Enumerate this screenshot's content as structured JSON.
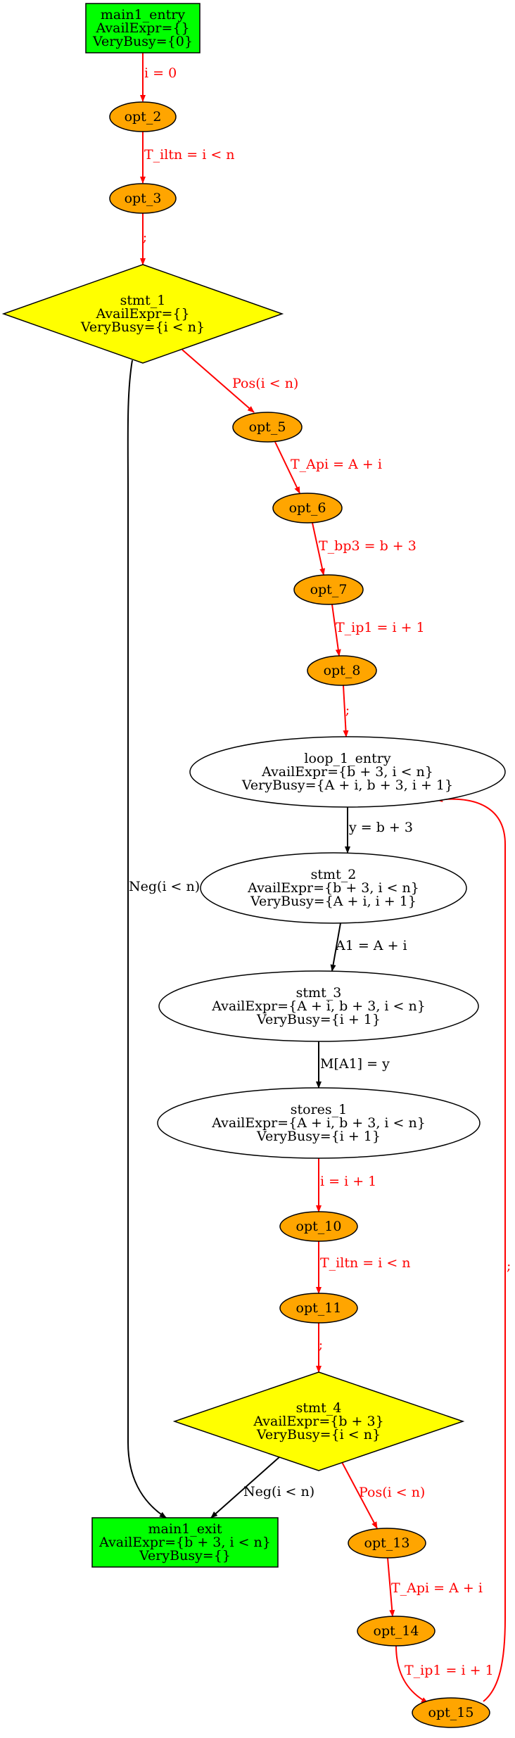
{
  "colors": {
    "entry_exit_fill": "#00ff00",
    "opt_fill": "#ffa500",
    "stmt_fill": "#ffff00",
    "plain_fill": "#ffffff",
    "edge_red": "#ff0000",
    "edge_black": "#000000"
  },
  "nodes": [
    {
      "id": "main1_entry",
      "shape": "box",
      "fill": "green",
      "lines": [
        "main1_entry",
        "AvailExpr={}",
        "VeryBusy={0}"
      ]
    },
    {
      "id": "opt_2",
      "shape": "ellipse",
      "fill": "orange",
      "lines": [
        "opt_2"
      ]
    },
    {
      "id": "opt_3",
      "shape": "ellipse",
      "fill": "orange",
      "lines": [
        "opt_3"
      ]
    },
    {
      "id": "stmt_1",
      "shape": "diamond",
      "fill": "yellow",
      "lines": [
        "stmt_1",
        "AvailExpr={}",
        "VeryBusy={i < n}"
      ]
    },
    {
      "id": "opt_5",
      "shape": "ellipse",
      "fill": "orange",
      "lines": [
        "opt_5"
      ]
    },
    {
      "id": "opt_6",
      "shape": "ellipse",
      "fill": "orange",
      "lines": [
        "opt_6"
      ]
    },
    {
      "id": "opt_7",
      "shape": "ellipse",
      "fill": "orange",
      "lines": [
        "opt_7"
      ]
    },
    {
      "id": "opt_8",
      "shape": "ellipse",
      "fill": "orange",
      "lines": [
        "opt_8"
      ]
    },
    {
      "id": "loop_1_entry",
      "shape": "ellipse",
      "fill": "white",
      "lines": [
        "loop_1_entry",
        "AvailExpr={b + 3, i < n}",
        "VeryBusy={A + i, b + 3, i + 1}"
      ]
    },
    {
      "id": "stmt_2",
      "shape": "ellipse",
      "fill": "white",
      "lines": [
        "stmt_2",
        "AvailExpr={b + 3, i < n}",
        "VeryBusy={A + i, i + 1}"
      ]
    },
    {
      "id": "stmt_3",
      "shape": "ellipse",
      "fill": "white",
      "lines": [
        "stmt_3",
        "AvailExpr={A + i, b + 3, i < n}",
        "VeryBusy={i + 1}"
      ]
    },
    {
      "id": "stores_1",
      "shape": "ellipse",
      "fill": "white",
      "lines": [
        "stores_1",
        "AvailExpr={A + i, b + 3, i < n}",
        "VeryBusy={i + 1}"
      ]
    },
    {
      "id": "opt_10",
      "shape": "ellipse",
      "fill": "orange",
      "lines": [
        "opt_10"
      ]
    },
    {
      "id": "opt_11",
      "shape": "ellipse",
      "fill": "orange",
      "lines": [
        "opt_11"
      ]
    },
    {
      "id": "stmt_4",
      "shape": "diamond",
      "fill": "yellow",
      "lines": [
        "stmt_4",
        "AvailExpr={b + 3}",
        "VeryBusy={i < n}"
      ]
    },
    {
      "id": "main1_exit",
      "shape": "box",
      "fill": "green",
      "lines": [
        "main1_exit",
        "AvailExpr={b + 3, i < n}",
        "VeryBusy={}"
      ]
    },
    {
      "id": "opt_13",
      "shape": "ellipse",
      "fill": "orange",
      "lines": [
        "opt_13"
      ]
    },
    {
      "id": "opt_14",
      "shape": "ellipse",
      "fill": "orange",
      "lines": [
        "opt_14"
      ]
    },
    {
      "id": "opt_15",
      "shape": "ellipse",
      "fill": "orange",
      "lines": [
        "opt_15"
      ]
    }
  ],
  "edges": [
    {
      "from": "main1_entry",
      "to": "opt_2",
      "label": "i = 0",
      "color": "red"
    },
    {
      "from": "opt_2",
      "to": "opt_3",
      "label": "T_iltn = i < n",
      "color": "red"
    },
    {
      "from": "opt_3",
      "to": "stmt_1",
      "label": ";",
      "color": "red"
    },
    {
      "from": "stmt_1",
      "to": "opt_5",
      "label": "Pos(i < n)",
      "color": "red"
    },
    {
      "from": "stmt_1",
      "to": "main1_exit",
      "label": "Neg(i < n)",
      "color": "black"
    },
    {
      "from": "opt_5",
      "to": "opt_6",
      "label": "T_Api = A + i",
      "color": "red"
    },
    {
      "from": "opt_6",
      "to": "opt_7",
      "label": "T_bp3 = b + 3",
      "color": "red"
    },
    {
      "from": "opt_7",
      "to": "opt_8",
      "label": "T_ip1 = i + 1",
      "color": "red"
    },
    {
      "from": "opt_8",
      "to": "loop_1_entry",
      "label": ";",
      "color": "red"
    },
    {
      "from": "loop_1_entry",
      "to": "stmt_2",
      "label": "y = b + 3",
      "color": "black"
    },
    {
      "from": "stmt_2",
      "to": "stmt_3",
      "label": "A1 = A + i",
      "color": "black"
    },
    {
      "from": "stmt_3",
      "to": "stores_1",
      "label": "M[A1] = y",
      "color": "black"
    },
    {
      "from": "stores_1",
      "to": "opt_10",
      "label": "i = i + 1",
      "color": "red"
    },
    {
      "from": "opt_10",
      "to": "opt_11",
      "label": "T_iltn = i < n",
      "color": "red"
    },
    {
      "from": "opt_11",
      "to": "stmt_4",
      "label": ";",
      "color": "red"
    },
    {
      "from": "stmt_4",
      "to": "main1_exit",
      "label": "Neg(i < n)",
      "color": "black"
    },
    {
      "from": "stmt_4",
      "to": "opt_13",
      "label": "Pos(i < n)",
      "color": "red"
    },
    {
      "from": "opt_13",
      "to": "opt_14",
      "label": "T_Api = A + i",
      "color": "red"
    },
    {
      "from": "opt_14",
      "to": "opt_15",
      "label": "T_ip1 = i + 1",
      "color": "red"
    },
    {
      "from": "opt_15",
      "to": "loop_1_entry",
      "label": ";",
      "color": "red"
    }
  ]
}
